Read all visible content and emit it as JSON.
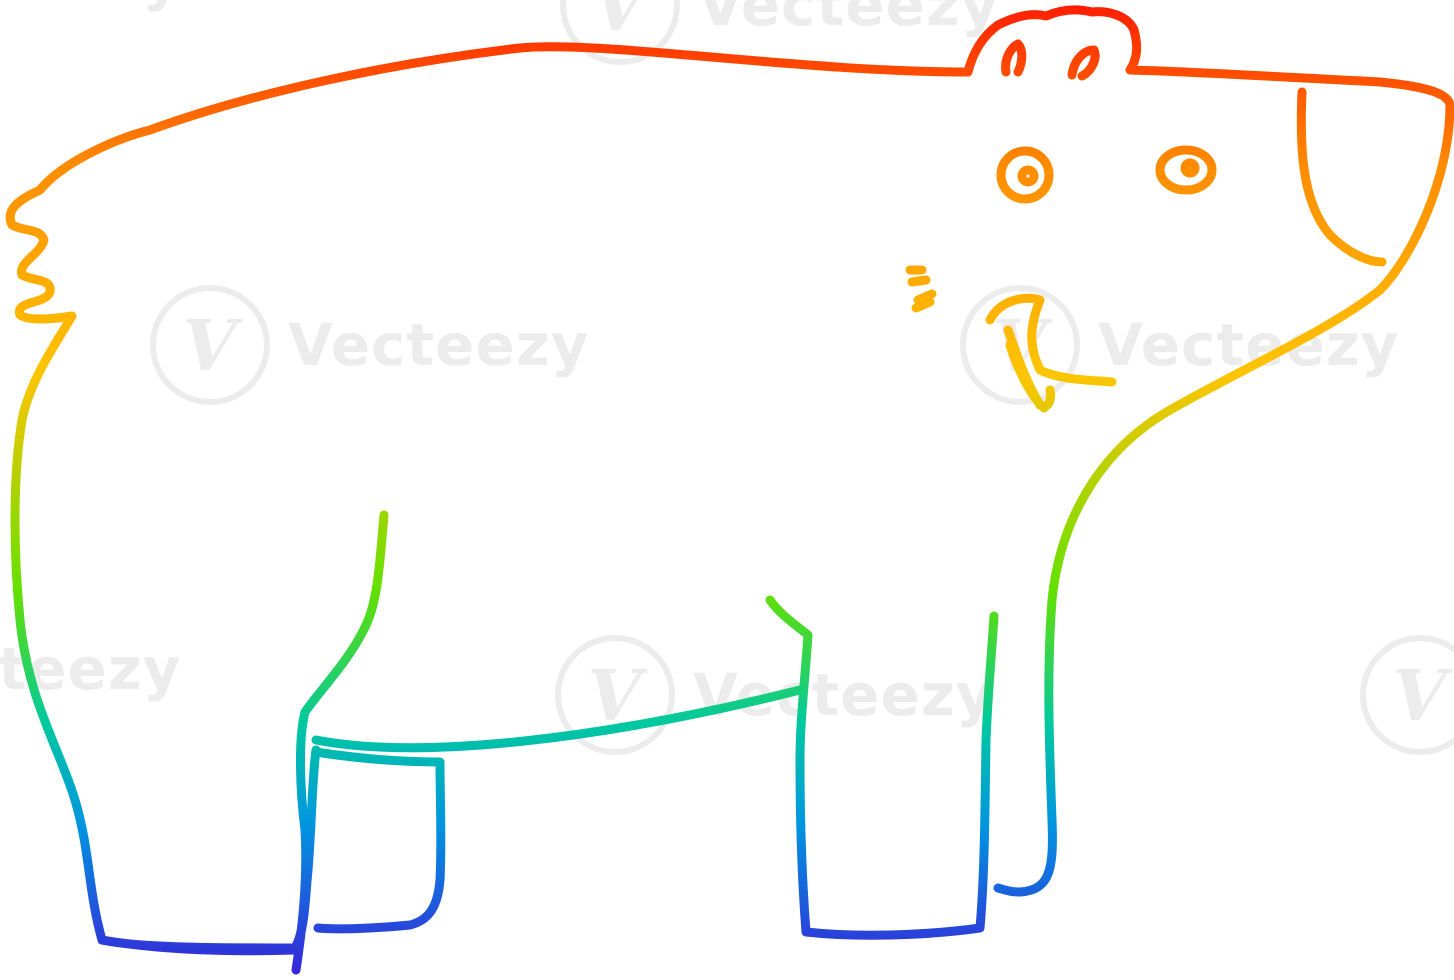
{
  "image": {
    "kind": "cartoon-line-drawing",
    "subject": "bear",
    "style": "rainbow-gradient-outline"
  },
  "watermark": {
    "text": "Vecteezy",
    "logo_glyph": "V"
  },
  "colors": {
    "background": "#ffffff",
    "gradient_top": "#ff1a00",
    "gradient_orange": "#ff8c00",
    "gradient_yellow": "#ffc400",
    "gradient_green": "#66e000",
    "gradient_teal": "#00c8a0",
    "gradient_blue": "#0096e0",
    "gradient_bottom": "#3a20d8"
  }
}
